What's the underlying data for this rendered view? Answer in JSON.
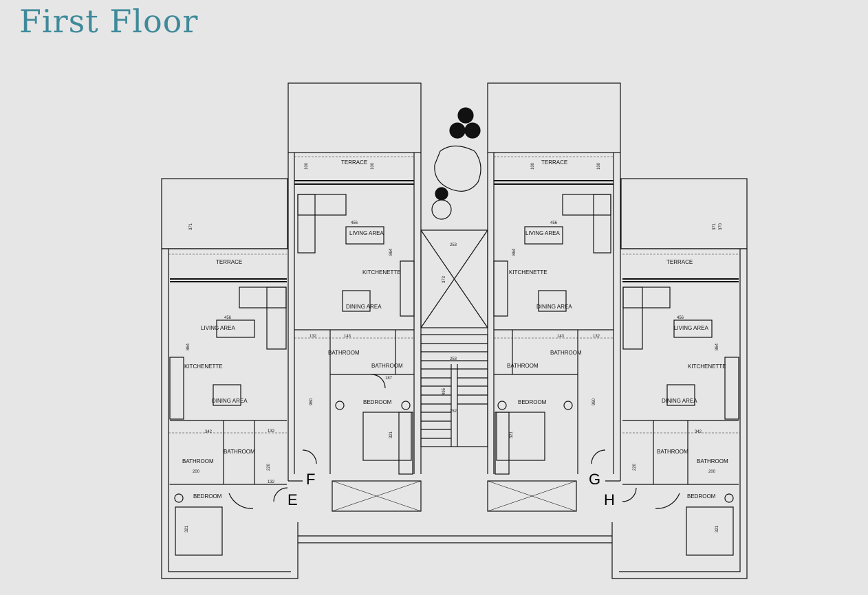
{
  "title": "First Floor",
  "rooms": {
    "terrace": "TERRACE",
    "living": "LIVING AREA",
    "kitchenette": "KITCHENETTE",
    "dining": "DINING AREA",
    "bathroom": "BATHROOM",
    "bedroom": "BEDROOM"
  },
  "units": [
    "E",
    "F",
    "G",
    "H"
  ],
  "dimensions": {
    "d100": "100",
    "d371": "371",
    "d370": "370",
    "d456": "456",
    "d864": "864",
    "d132": "132",
    "d143": "143",
    "d342": "342",
    "d200": "200",
    "d187": "187",
    "d321": "321",
    "d253": "253",
    "d373": "373",
    "d960": "960",
    "d495": "495",
    "d252": "252",
    "d143s": "143",
    "d220": "220"
  }
}
